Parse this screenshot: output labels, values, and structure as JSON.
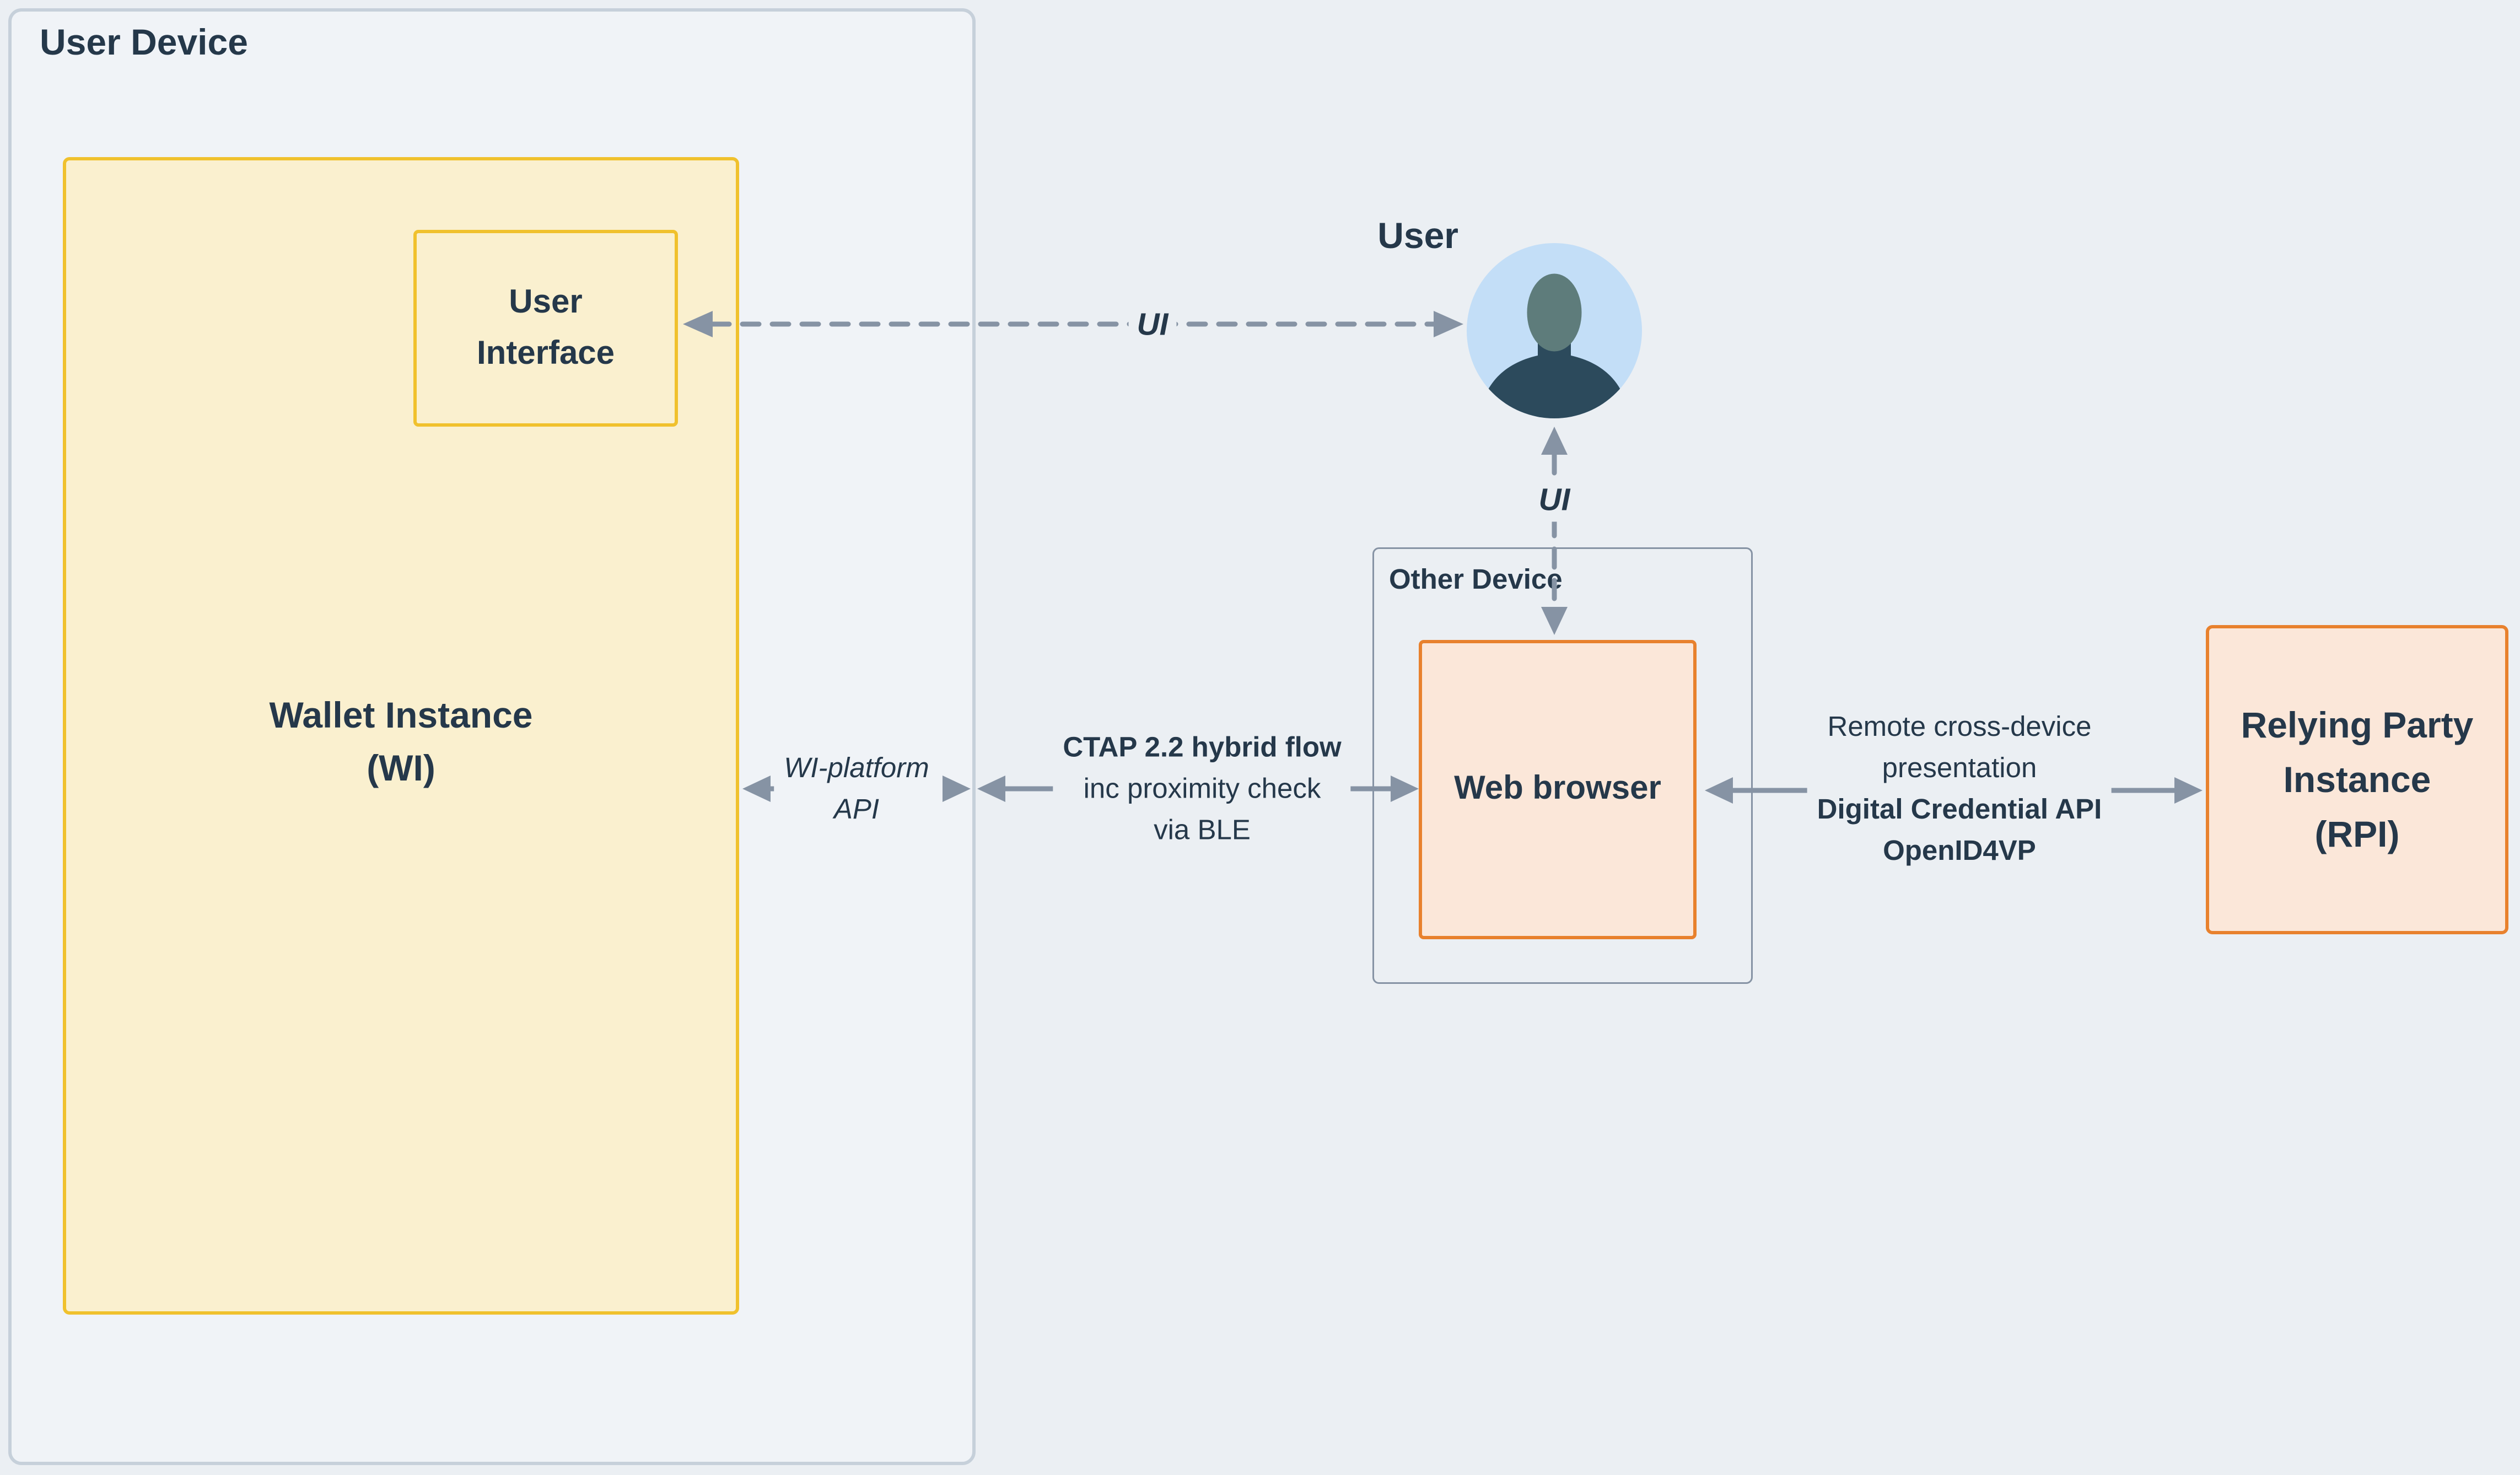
{
  "colors": {
    "background": "#ebeff3",
    "device_fill": "#f0f3f7",
    "device_border": "#c6d0da",
    "wallet_fill": "#faf0cf",
    "wallet_border": "#f0c12d",
    "orange_fill": "#fbe7d9",
    "orange_border": "#e8812d",
    "arrow": "#8693a4",
    "text": "#25384a",
    "avatar_circle": "#c3def7",
    "avatar_head": "#5e7c7b",
    "avatar_body": "#2c4a5c"
  },
  "user_device": {
    "label": "User Device"
  },
  "wallet_instance": {
    "line1": "Wallet Instance",
    "line2": "(WI)"
  },
  "user_interface": {
    "line1": "User",
    "line2": "Interface"
  },
  "user": {
    "label": "User"
  },
  "other_device": {
    "label": "Other Device"
  },
  "web_browser": {
    "label": "Web browser"
  },
  "relying_party": {
    "line1": "Relying Party",
    "line2": "Instance",
    "line3": "(RPI)"
  },
  "arrows": {
    "ui_horizontal": {
      "label": "UI",
      "style": "dashed",
      "from": "User Interface",
      "to": "User",
      "bidirectional": true
    },
    "ui_vertical": {
      "label": "UI",
      "style": "dashed",
      "from": "User",
      "to": "Web browser",
      "bidirectional": true
    },
    "wi_platform": {
      "line1": "WI-platform",
      "line2": "API",
      "style": "dashed",
      "from": "Wallet Instance",
      "to": "User Device boundary",
      "bidirectional": true
    },
    "ctap": {
      "line1": "CTAP 2.2 hybrid flow",
      "line2": "inc proximity check",
      "line3": "via BLE",
      "style": "solid",
      "from": "User Device boundary",
      "to": "Web browser",
      "bidirectional": true
    },
    "remote": {
      "line1": "Remote cross-device",
      "line2": "presentation",
      "line3": "Digital Credential API",
      "line4": "OpenID4VP",
      "style": "solid",
      "from": "Web browser",
      "to": "Relying Party Instance",
      "bidirectional": true
    }
  }
}
